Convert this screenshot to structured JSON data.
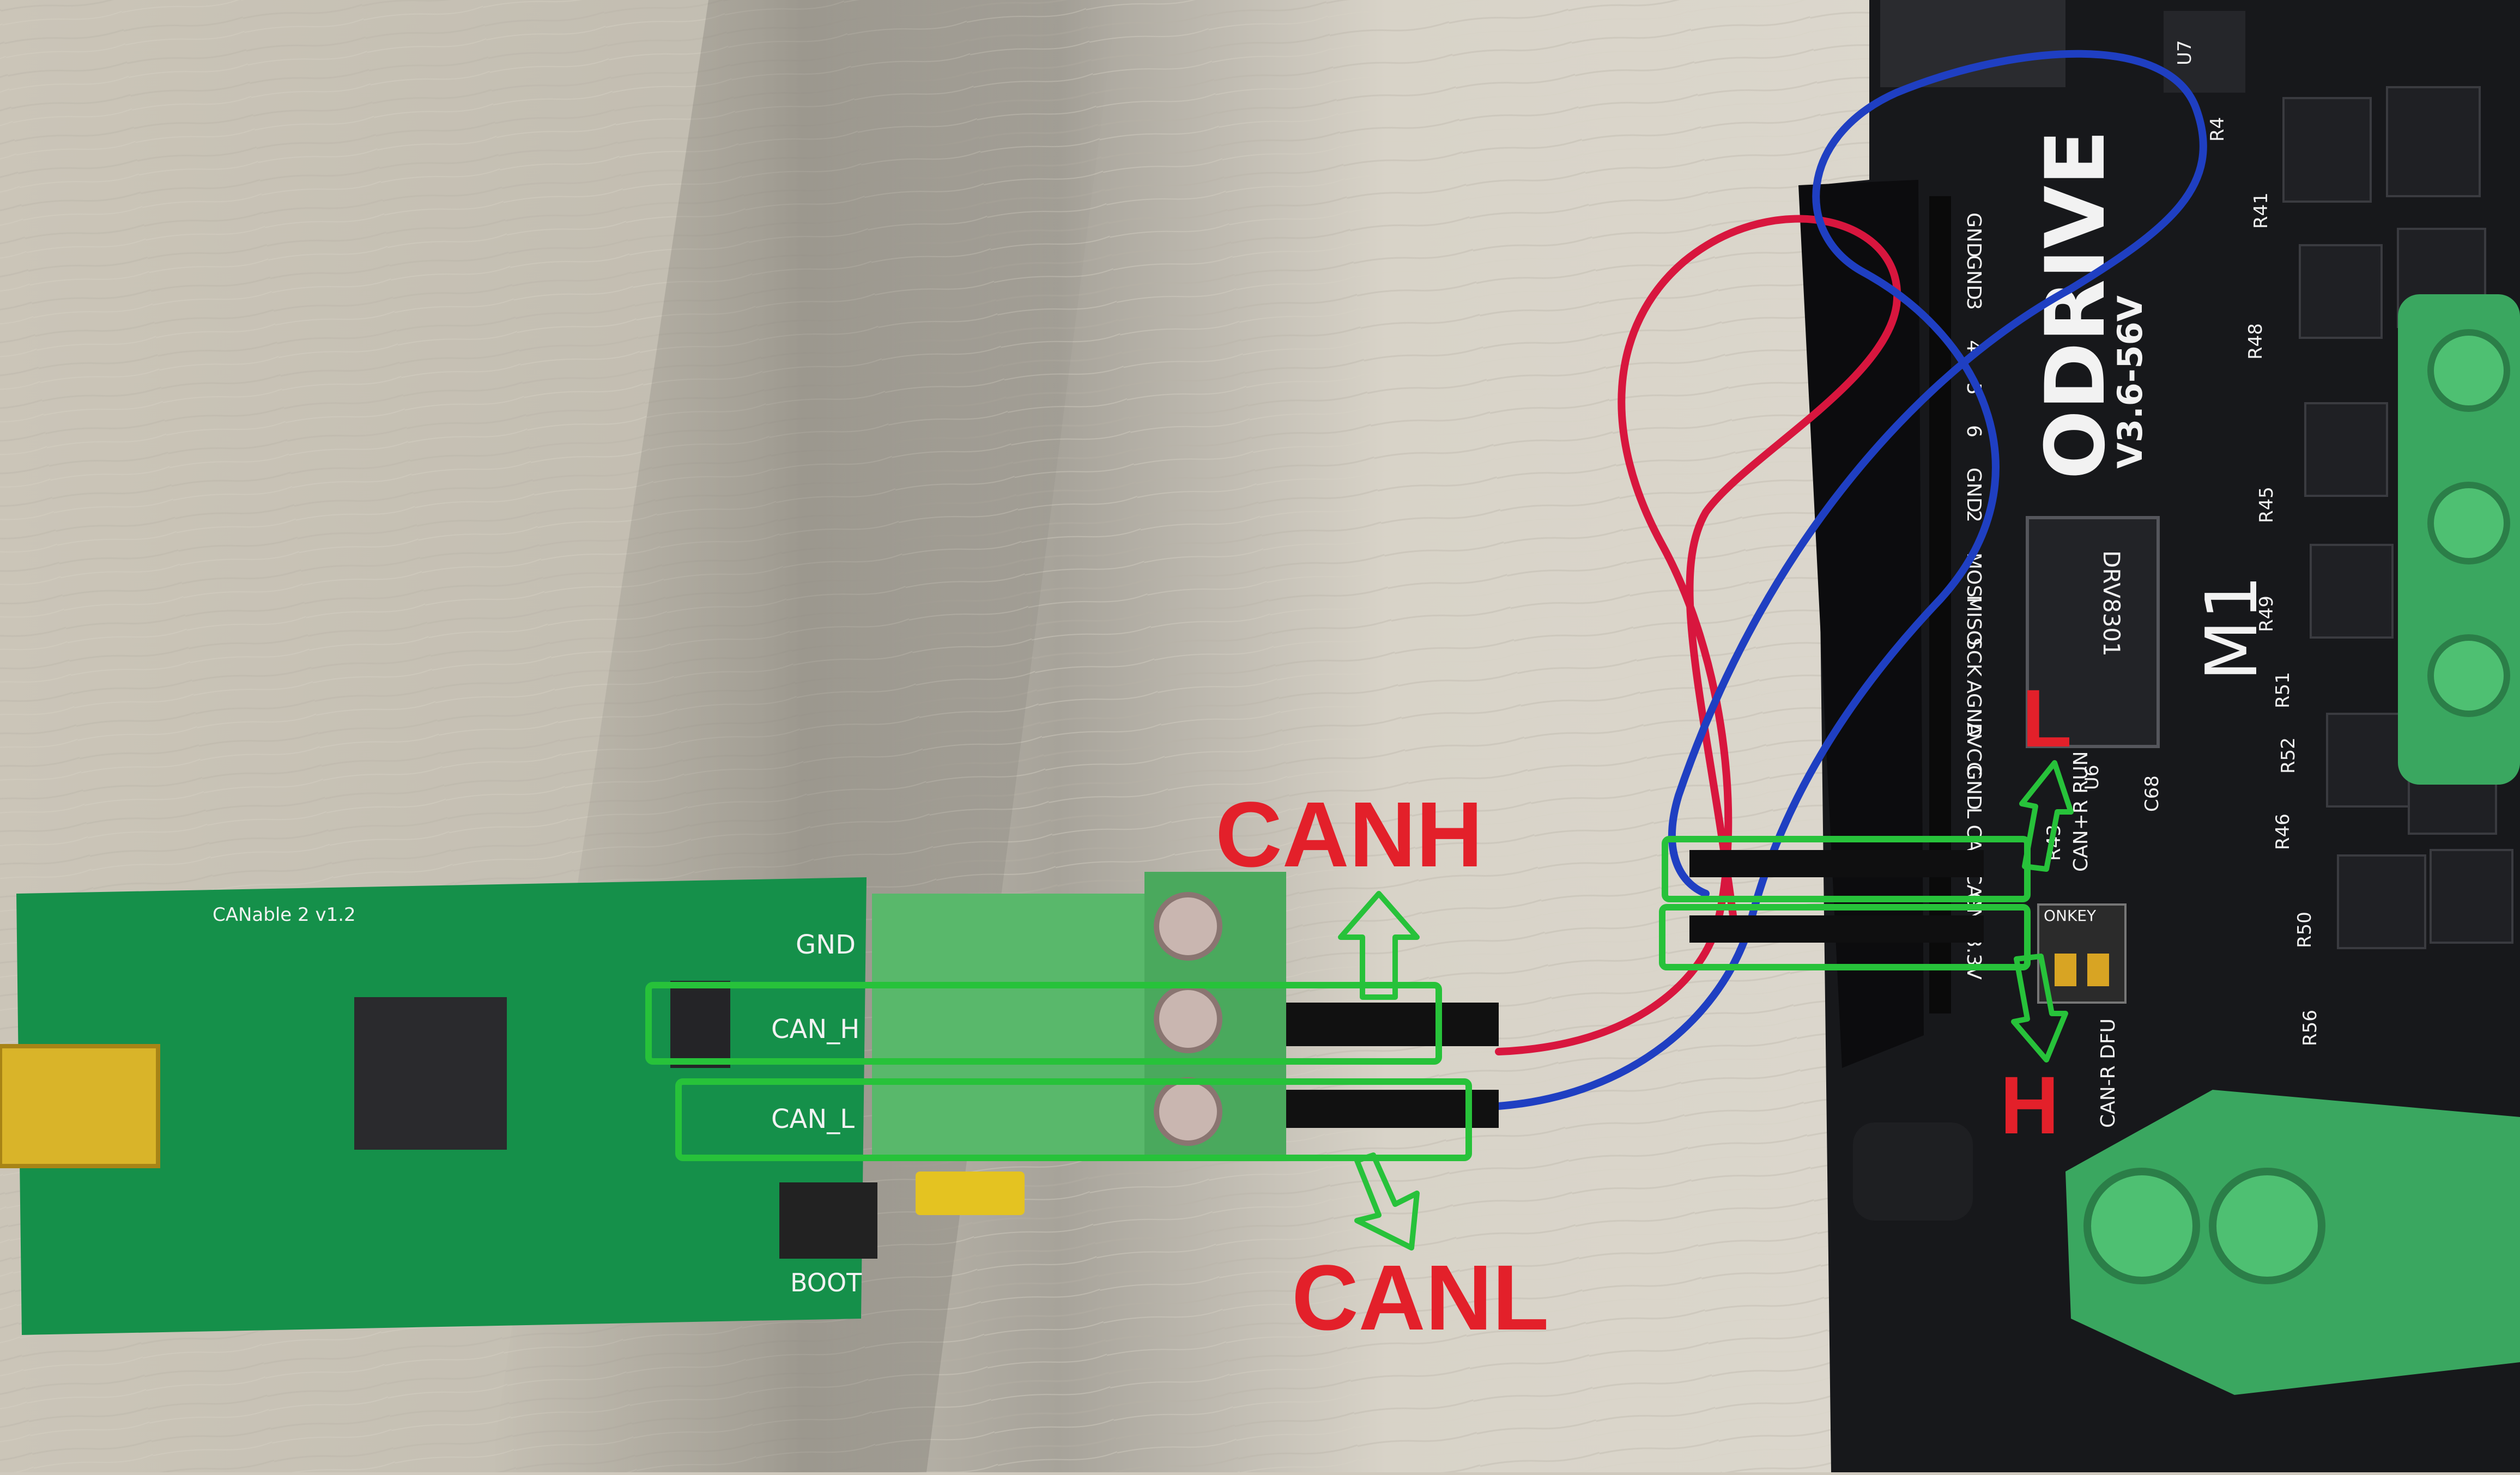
{
  "labels": {
    "canh": "CANH",
    "canl": "CANL",
    "l": "L",
    "h": "H"
  },
  "canable_board": {
    "title": "CANable 2 v1.2",
    "gnd": "GND",
    "can_h": "CAN_H",
    "can_l": "CAN_L",
    "boot": "BOOT"
  },
  "odrive_board": {
    "logo": "ODRIVE",
    "voltage": "V3.6-56V",
    "m1": "M1",
    "pins": [
      "GND",
      "GND",
      "3",
      "4",
      "5",
      "6",
      "GND",
      "2",
      "MOSI",
      "MISO",
      "SCK",
      "AGND",
      "AVCC",
      "GND",
      "L CAN",
      "H CAN",
      "GND",
      "3.3V"
    ],
    "can_r_run": "CAN+R RUN",
    "can_r_dfu": "CAN-R DFU",
    "onkey": "ONKEY",
    "ic_text": "DRV8301",
    "refs": [
      "R4",
      "R41",
      "R48",
      "R45",
      "R49",
      "R51",
      "R52",
      "R46",
      "R50",
      "R56",
      "R43",
      "U6",
      "C68",
      "U7"
    ]
  },
  "colors": {
    "annotation_red": "#e3202a",
    "highlight_green": "#27c23a",
    "pcb_green": "#15904a",
    "wire_red": "#d8163e",
    "wire_blue": "#1f3fc2"
  }
}
